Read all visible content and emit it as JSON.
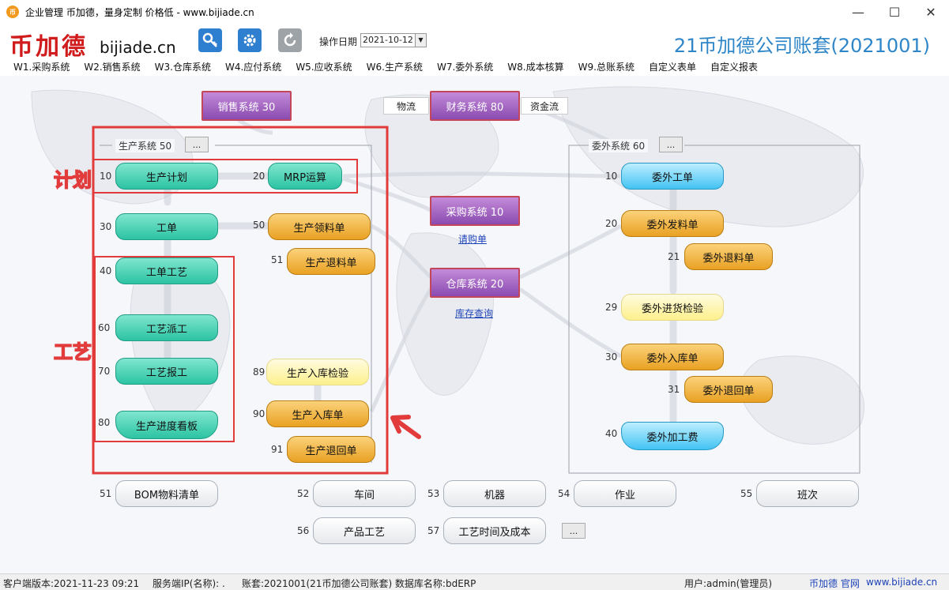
{
  "window": {
    "title": "企业管理 币加德，量身定制 价格低 - www.bijiade.cn",
    "minimize": "—",
    "maximize": "☐",
    "close": "✕"
  },
  "header": {
    "logo_cn": "币加德",
    "logo_en": "bijiade.cn",
    "op_date_label": "操作日期",
    "op_date_value": "2021-10-12",
    "account_title": "21币加德公司账套(2021001)",
    "tool_icons": [
      "key-icon",
      "gear-icon",
      "refresh-icon"
    ]
  },
  "menu": [
    "W1.采购系统",
    "W2.销售系统",
    "W3.仓库系统",
    "W4.应付系统",
    "W5.应收系统",
    "W6.生产系统",
    "W7.委外系统",
    "W8.成本核算",
    "W9.总账系统",
    "自定义表单",
    "自定义报表"
  ],
  "top": {
    "sales": "销售系统 30",
    "finance": "财务系统 80",
    "material_flow": "物流",
    "fund_flow": "资金流",
    "purchase": "采购系统 10",
    "purchase_link": "请购单",
    "warehouse": "仓库系统 20",
    "warehouse_link": "库存查询"
  },
  "production": {
    "group_label": "生产系统  50",
    "more": "...",
    "plan_num": "10",
    "plan": "生产计划",
    "mrp_num": "20",
    "mrp": "MRP运算",
    "wo_num": "30",
    "wo": "工单",
    "issue_num": "50",
    "issue": "生产领料单",
    "return_num": "51",
    "return": "生产退料单",
    "route_num": "40",
    "route": "工单工艺",
    "dispatch_num": "60",
    "dispatch": "工艺派工",
    "report_num": "70",
    "report": "工艺报工",
    "board_num": "80",
    "board": "生产进度看板",
    "inspect_num": "89",
    "inspect": "生产入库检验",
    "instock_num": "90",
    "instock": "生产入库单",
    "back_num": "91",
    "back": "生产退回单"
  },
  "annotations": {
    "plan": "计划",
    "process": "工艺"
  },
  "outsource": {
    "group_label": "委外系统  60",
    "more": "...",
    "order_num": "10",
    "order": "委外工单",
    "issue_num": "20",
    "issue": "委外发料单",
    "return_num": "21",
    "return": "委外退料单",
    "inspect_num": "29",
    "inspect": "委外进货检验",
    "instock_num": "30",
    "instock": "委外入库单",
    "back_num": "31",
    "back": "委外退回单",
    "fee_num": "40",
    "fee": "委外加工费"
  },
  "basic": {
    "bom_num": "51",
    "bom": "BOM物料清单",
    "workshop_num": "52",
    "workshop": "车间",
    "machine_num": "53",
    "machine": "机器",
    "job_num": "54",
    "job": "作业",
    "shift_num": "55",
    "shift": "班次",
    "craft_num": "56",
    "craft": "产品工艺",
    "time_num": "57",
    "time": "工艺时间及成本",
    "more": "..."
  },
  "status": {
    "client_version": "客户端版本:2021-11-23 09:21",
    "server_ip": "服务端IP(名称): .",
    "account": "账套:2021001(21币加德公司账套) 数据库名称:bdERP",
    "user": "用户:admin(管理员)",
    "brand": "币加德 官网",
    "url": "www.bijiade.cn"
  },
  "colors": {
    "title_blue": "#2e86c8",
    "logo_red": "#d01c1c",
    "annotation_red": "#e23b3b",
    "link_blue": "#1d43b8"
  }
}
